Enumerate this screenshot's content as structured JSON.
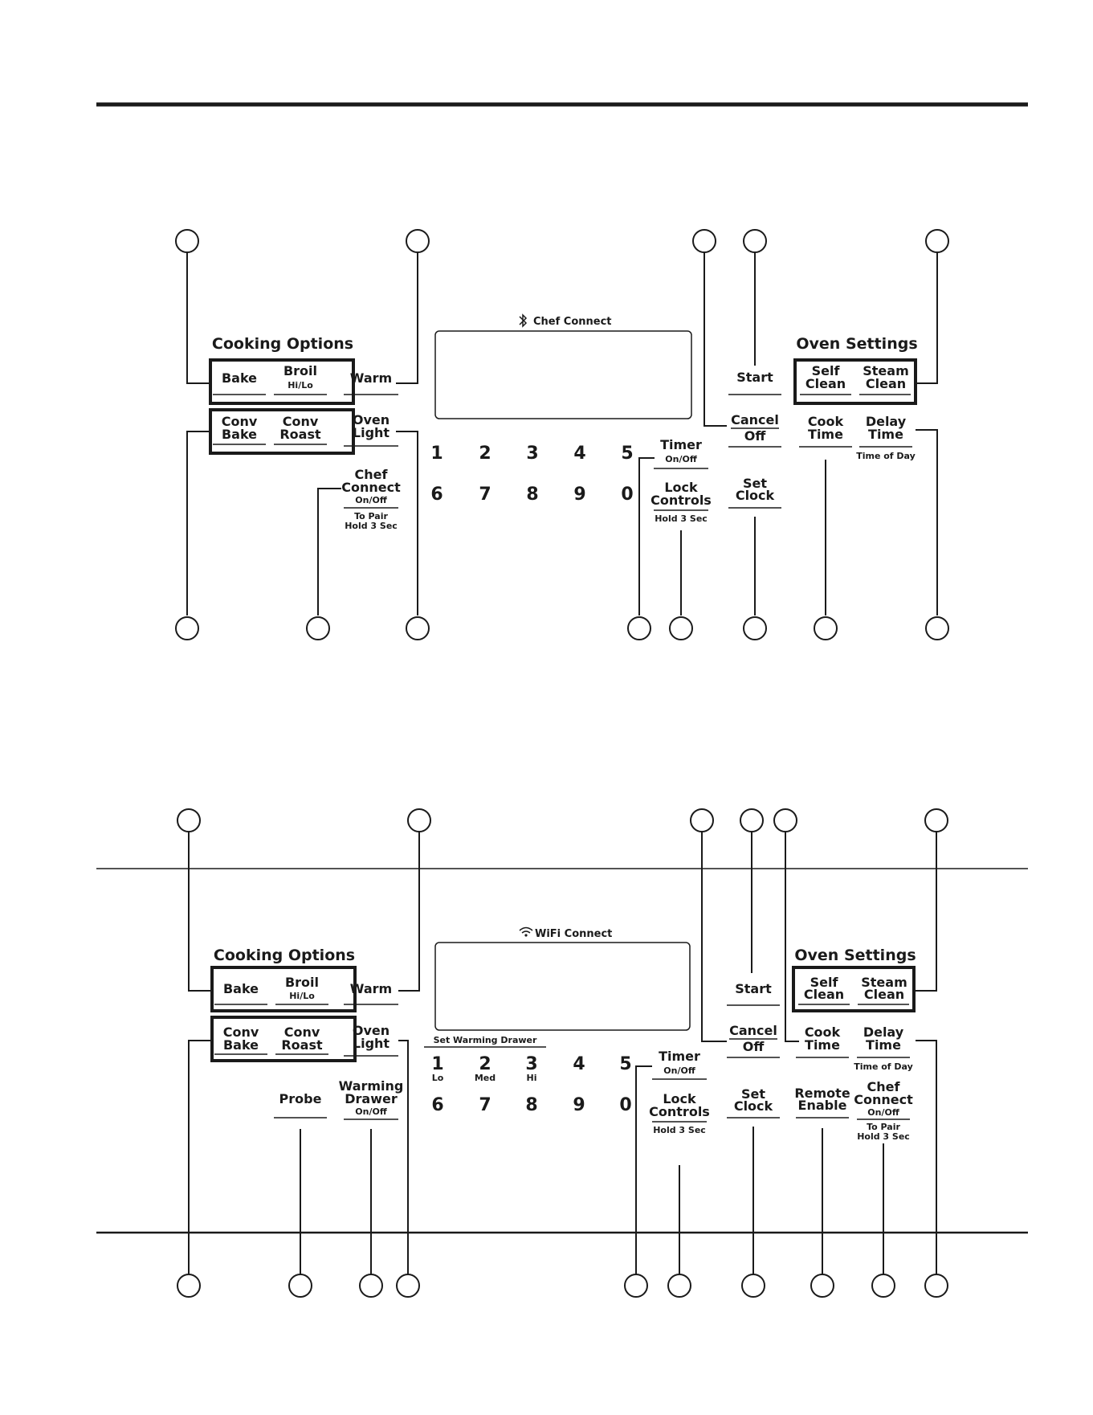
{
  "panel1": {
    "cooking_options": "Cooking Options",
    "oven_settings": "Oven Settings",
    "display_title": "Chef Connect",
    "display_icon": "bluetooth-icon",
    "bake": "Bake",
    "broil": [
      "Broil"
    ],
    "broil_sub": "Hi/Lo",
    "conv_bake": [
      "Conv",
      "Bake"
    ],
    "conv_roast": [
      "Conv",
      "Roast"
    ],
    "warm": "Warm",
    "oven_light": [
      "Oven",
      "Light"
    ],
    "chef_connect": [
      "Chef",
      "Connect"
    ],
    "chef_connect_sub": "On/Off",
    "chef_connect_note": [
      "To Pair",
      "Hold 3 Sec"
    ],
    "digits_row1": [
      "1",
      "2",
      "3",
      "4",
      "5"
    ],
    "digits_row2": [
      "6",
      "7",
      "8",
      "9",
      "0"
    ],
    "timer": [
      "Timer"
    ],
    "timer_sub": "On/Off",
    "lock_controls": [
      "Lock",
      "Controls"
    ],
    "lock_note": "Hold 3 Sec",
    "start": "Start",
    "cancel_off": [
      "Cancel",
      "Off"
    ],
    "set_clock": [
      "Set",
      "Clock"
    ],
    "self_clean": [
      "Self",
      "Clean"
    ],
    "steam_clean": [
      "Steam",
      "Clean"
    ],
    "cook_time": [
      "Cook",
      "Time"
    ],
    "delay_time": [
      "Delay",
      "Time"
    ],
    "delay_note": "Time of Day"
  },
  "panel2": {
    "cooking_options": "Cooking Options",
    "oven_settings": "Oven Settings",
    "display_title": "WiFi Connect",
    "display_icon": "wifi-icon",
    "bake": "Bake",
    "broil": [
      "Broil"
    ],
    "broil_sub": "Hi/Lo",
    "conv_bake": [
      "Conv",
      "Bake"
    ],
    "conv_roast": [
      "Conv",
      "Roast"
    ],
    "warm": "Warm",
    "oven_light": [
      "Oven",
      "Light"
    ],
    "probe": "Probe",
    "warming_drawer": [
      "Warming",
      "Drawer"
    ],
    "warming_drawer_sub": "On/Off",
    "set_warming_drawer": "Set Warming Drawer",
    "digits_row1": [
      "1",
      "2",
      "3",
      "4",
      "5"
    ],
    "digit_subs": [
      "Lo",
      "Med",
      "Hi"
    ],
    "digits_row2": [
      "6",
      "7",
      "8",
      "9",
      "0"
    ],
    "timer": [
      "Timer"
    ],
    "timer_sub": "On/Off",
    "lock_controls": [
      "Lock",
      "Controls"
    ],
    "lock_note": "Hold 3 Sec",
    "start": "Start",
    "cancel_off": [
      "Cancel",
      "Off"
    ],
    "set_clock": [
      "Set",
      "Clock"
    ],
    "self_clean": [
      "Self",
      "Clean"
    ],
    "steam_clean": [
      "Steam",
      "Clean"
    ],
    "cook_time": [
      "Cook",
      "Time"
    ],
    "remote_enable": [
      "Remote",
      "Enable"
    ],
    "delay_time": [
      "Delay",
      "Time"
    ],
    "delay_note": "Time of Day",
    "chef_connect": [
      "Chef",
      "Connect"
    ],
    "chef_connect_sub": "On/Off",
    "chef_connect_note": [
      "To Pair",
      "Hold 3 Sec"
    ]
  }
}
